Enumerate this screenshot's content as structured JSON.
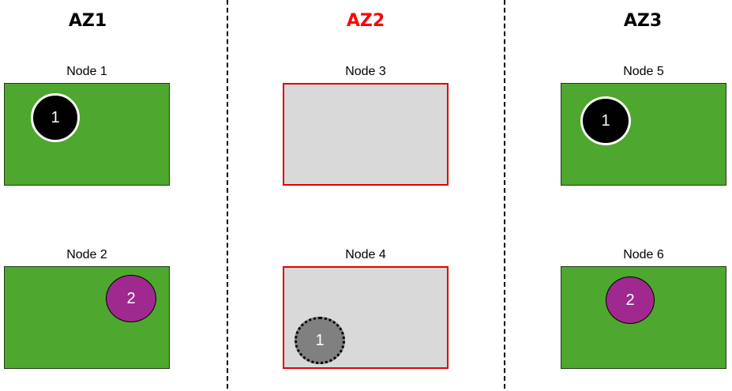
{
  "colors": {
    "healthy_fill": "#4ea72e",
    "failed_fill": "#d9d9d9",
    "failed_border": "#e00000",
    "pod_primary": "#000000",
    "pod_secondary": "#a0298f",
    "pod_pending": "#808080"
  },
  "zones": [
    {
      "title": "AZ1",
      "color": "#000000",
      "status": "healthy",
      "nodes": [
        {
          "label": "Node 1",
          "pods": [
            {
              "label": "1",
              "kind": "primary"
            }
          ]
        },
        {
          "label": "Node 2",
          "pods": [
            {
              "label": "2",
              "kind": "secondary"
            }
          ]
        }
      ]
    },
    {
      "title": "AZ2",
      "color": "#ff0000",
      "status": "failed",
      "nodes": [
        {
          "label": "Node 3",
          "pods": []
        },
        {
          "label": "Node 4",
          "pods": [
            {
              "label": "1",
              "kind": "pending"
            }
          ]
        }
      ]
    },
    {
      "title": "AZ3",
      "color": "#000000",
      "status": "healthy",
      "nodes": [
        {
          "label": "Node 5",
          "pods": [
            {
              "label": "1",
              "kind": "primary"
            }
          ]
        },
        {
          "label": "Node 6",
          "pods": [
            {
              "label": "2",
              "kind": "secondary"
            }
          ]
        }
      ]
    }
  ]
}
